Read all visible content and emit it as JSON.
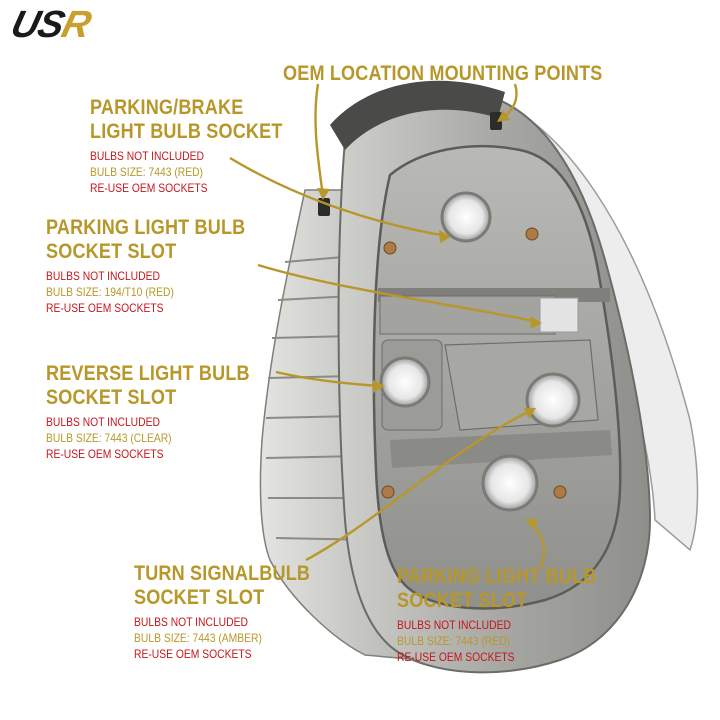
{
  "brand": {
    "logo_part1": "US",
    "logo_part2": "R"
  },
  "colors": {
    "gold": "#b8972a",
    "red": "#c4161c",
    "housing": "#9a9a96",
    "housing_dark": "#6e6e6b"
  },
  "callouts": {
    "oem_mounting": {
      "title": "OEM LOCATION MOUNTING POINTS"
    },
    "brake_socket": {
      "title_line1": "PARKING/BRAKE",
      "title_line2": "LIGHT BULB SOCKET",
      "note1": "BULBS NOT INCLUDED",
      "bulb_size": "BULB SIZE: 7443 (RED)",
      "note2": "RE-USE OEM SOCKETS"
    },
    "parking_slot_top": {
      "title_line1": "PARKING LIGHT BULB",
      "title_line2": "SOCKET SLOT",
      "note1": "BULBS NOT INCLUDED",
      "bulb_size": "BULB SIZE: 194/T10 (RED)",
      "note2": "RE-USE OEM SOCKETS"
    },
    "reverse_slot": {
      "title_line1": "REVERSE LIGHT BULB",
      "title_line2": "SOCKET SLOT",
      "note1": "BULBS NOT INCLUDED",
      "bulb_size": "BULB SIZE: 7443 (CLEAR)",
      "note2": "RE-USE OEM SOCKETS"
    },
    "turn_slot": {
      "title_line1": "TURN SIGNALBULB",
      "title_line2": "SOCKET SLOT",
      "note1": "BULBS NOT INCLUDED",
      "bulb_size": "BULB SIZE: 7443 (AMBER)",
      "note2": "RE-USE OEM SOCKETS"
    },
    "parking_slot_bottom": {
      "title_line1": "PARKING LIGHT BULB",
      "title_line2": "SOCKET SLOT",
      "note1": "BULBS NOT INCLUDED",
      "bulb_size": "BULB SIZE: 7443 (RED)",
      "note2": "RE-USE OEM SOCKETS"
    }
  }
}
